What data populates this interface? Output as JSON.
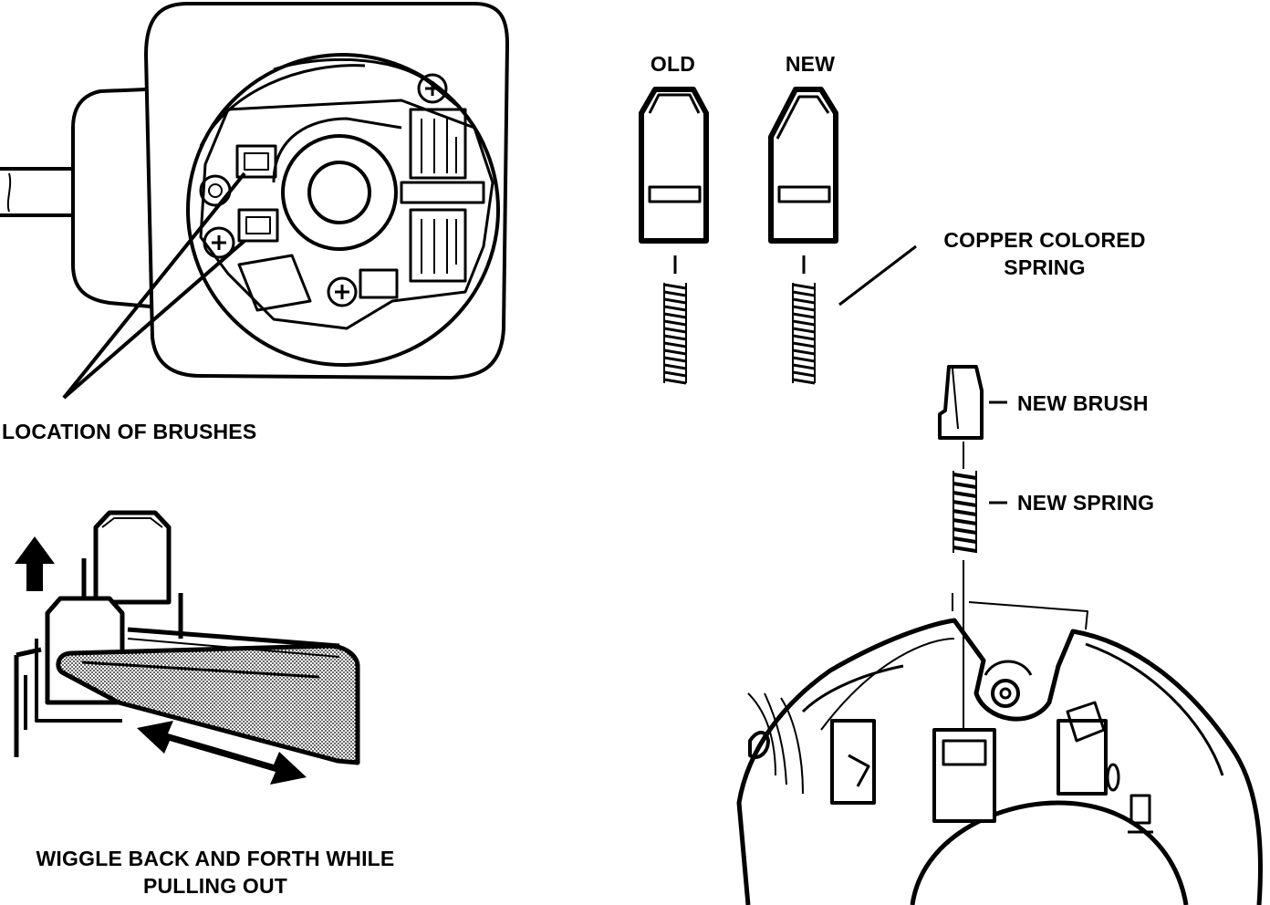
{
  "labels": {
    "location_of_brushes": "LOCATION OF BRUSHES",
    "wiggle_line1": "WIGGLE BACK AND FORTH WHILE",
    "wiggle_line2": "PULLING OUT",
    "old": "OLD",
    "new": "NEW",
    "copper_line1": "COPPER COLORED",
    "copper_line2": "SPRING",
    "new_brush": "NEW BRUSH",
    "new_spring": "NEW SPRING"
  },
  "colors": {
    "ink": "#000000",
    "paper": "#ffffff"
  }
}
